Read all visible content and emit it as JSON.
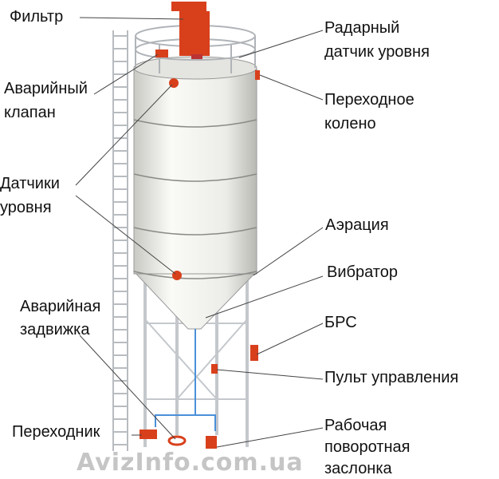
{
  "labels": {
    "filter": "Фильтр",
    "radar_1": "Радарный",
    "radar_2": "датчик уровня",
    "emergency_valve_1": "Аварийный",
    "emergency_valve_2": "клапан",
    "elbow_1": "Переходное",
    "elbow_2": "колено",
    "level_sensors_1": "Датчики",
    "level_sensors_2": "уровня",
    "aeration": "Аэрация",
    "vibrator": "Вибратор",
    "brs": "БРС",
    "control_panel": "Пульт управления",
    "emergency_gate_1": "Аварийная",
    "emergency_gate_2": "задвижка",
    "adapter": "Переходник",
    "rotary_gate_1": "Рабочая",
    "rotary_gate_2": "поворотная",
    "rotary_gate_3": "заслонка"
  },
  "watermark": "AvizInfo.com.ua",
  "colors": {
    "equipment": "#d8401c",
    "silo": "#f2f2ee",
    "frame": "#c8ccd0",
    "pipe": "#4a90d9"
  }
}
